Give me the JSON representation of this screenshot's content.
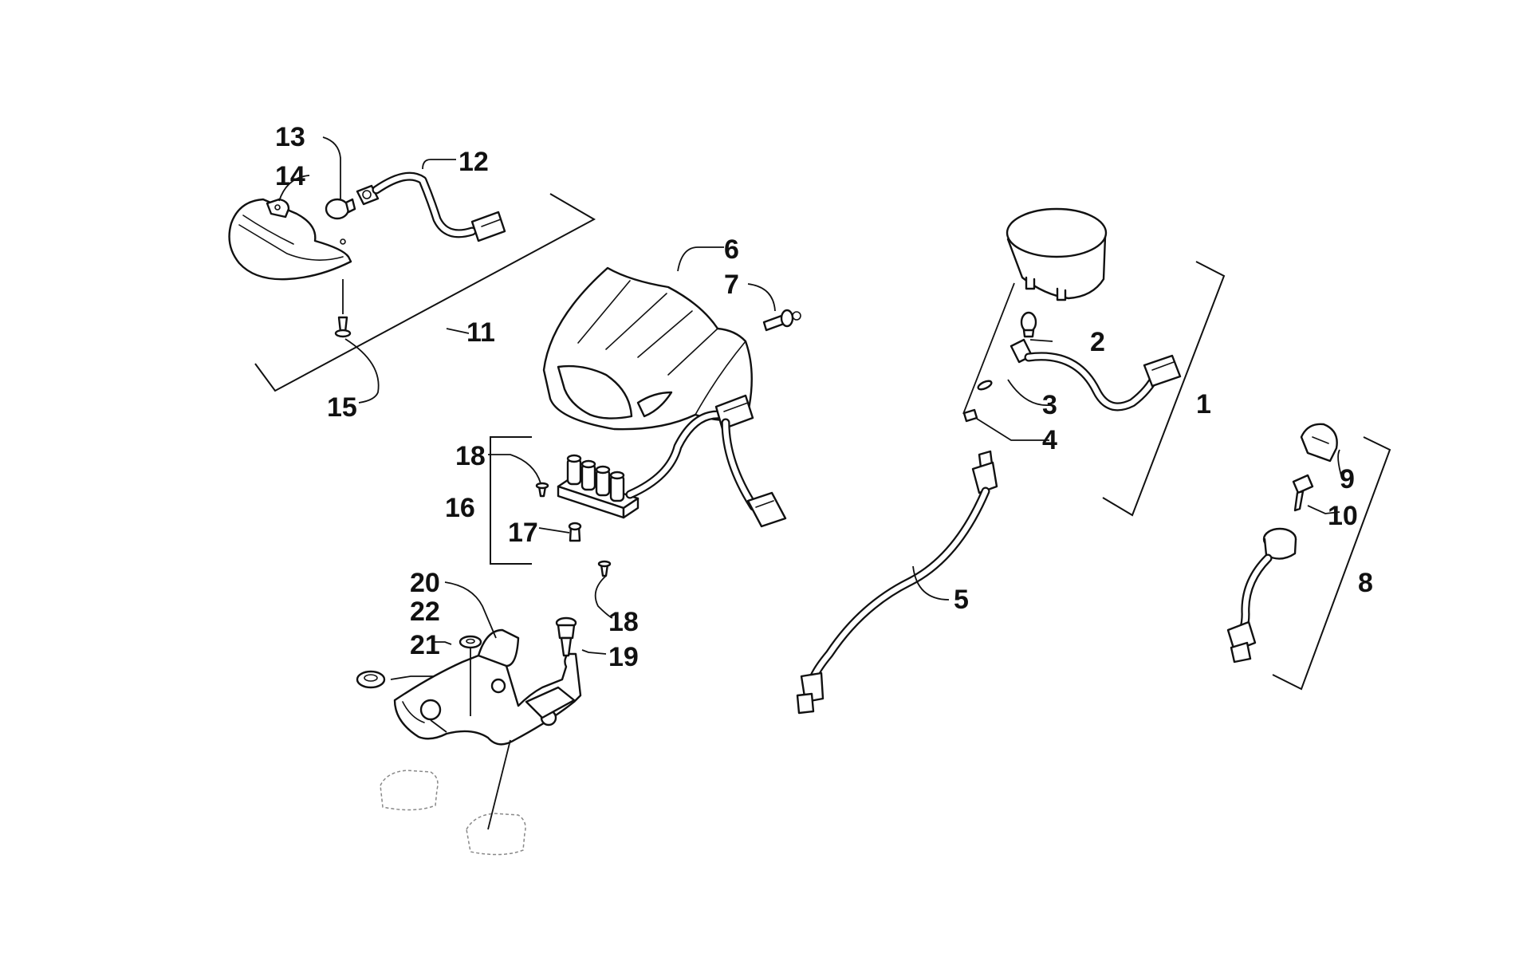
{
  "callouts": {
    "c1": "1",
    "c2": "2",
    "c3": "3",
    "c4": "4",
    "c5": "5",
    "c6": "6",
    "c7": "7",
    "c8": "8",
    "c9": "9",
    "c10": "10",
    "c11": "11",
    "c12": "12",
    "c13": "13",
    "c14": "14",
    "c15": "15",
    "c16": "16",
    "c17": "17",
    "c18a": "18",
    "c18b": "18",
    "c19": "19",
    "c20": "20",
    "c21": "21",
    "c22": "22"
  }
}
